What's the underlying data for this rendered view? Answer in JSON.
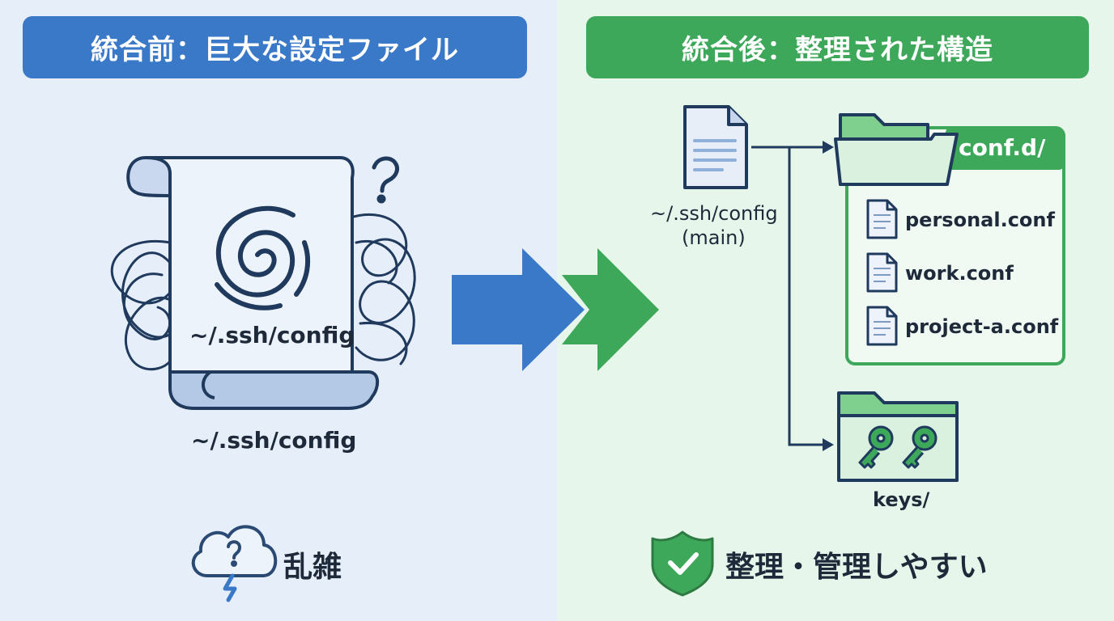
{
  "left": {
    "title": "統合前：巨大な設定ファイル",
    "scroll_text": "~/.ssh/config",
    "caption": "~/.ssh/config",
    "status": "乱雑",
    "colors": {
      "accent": "#3a78c8",
      "background": "#e6eefa"
    }
  },
  "right": {
    "title": "統合後：整理された構造",
    "main_file_label": "~/.ssh/config",
    "main_file_sub": "(main)",
    "confd_label": "conf.d/",
    "files": [
      "personal.conf",
      "work.conf",
      "project-a.conf"
    ],
    "keys_label": "keys/",
    "status": "整理・管理しやすい",
    "colors": {
      "accent": "#3ea85a",
      "background": "#e7f6ea"
    }
  },
  "icons": {
    "scroll": "scroll-icon",
    "question": "question-icon",
    "cloud": "storm-cloud-icon",
    "arrow": "right-arrow-icon",
    "document": "document-icon",
    "folder": "folder-icon",
    "key": "key-icon",
    "shield": "shield-check-icon"
  }
}
